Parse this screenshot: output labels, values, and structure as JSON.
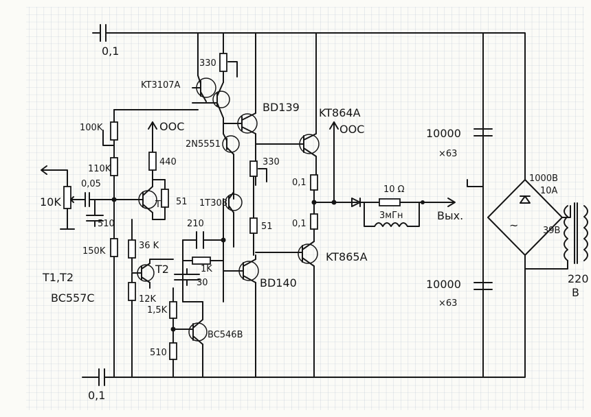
{
  "colors": {
    "paper": "#fbfbf7",
    "grid": "#b9c3d2",
    "ink": "#151515"
  },
  "capacitors": {
    "c_top": "0,1",
    "c_bottom": "0,1",
    "c_input": "0,05",
    "c_miller": "210",
    "c_30": "30",
    "c_psu_top": "10000",
    "c_psu_top_v": "×63",
    "c_psu_bot": "10000",
    "c_psu_bot_v": "×63"
  },
  "resistors": {
    "r_330_top": "330",
    "r_100k": "100K",
    "r_110k": "110K",
    "r_440": "440",
    "r_51a": "51",
    "r_510a": "510",
    "r_150k": "150K",
    "r_36k": "36 K",
    "r_12k": "12K",
    "r_1k": "1K",
    "r_15k": "1,5K",
    "r_510b": "510",
    "r_330_mid": "330",
    "r_51b": "51",
    "r_01a": "0,1",
    "r_01b": "0,1",
    "r_10ohm": "10 Ω",
    "pot_10k": "10K"
  },
  "transistors": {
    "kt3107a": "KT3107A",
    "bd139": "BD139",
    "n2n5551": "2N5551",
    "kt864a": "KT864A",
    "t1": "T1",
    "kt308": "1T308",
    "t2": "T2",
    "bd140": "BD140",
    "kt865a": "KT865A",
    "bc546b": "BC546B"
  },
  "labels": {
    "ooc_1": "OOC",
    "ooc_2": "OOC",
    "t1_t2": "T1,T2",
    "bc557c": "BC557C",
    "inductor": "3мГн",
    "output": "Вых.",
    "bridge_v": "1000В",
    "bridge_a": "10A",
    "trans_sec": "39В",
    "mains_v": "220",
    "mains_unit": "В"
  }
}
